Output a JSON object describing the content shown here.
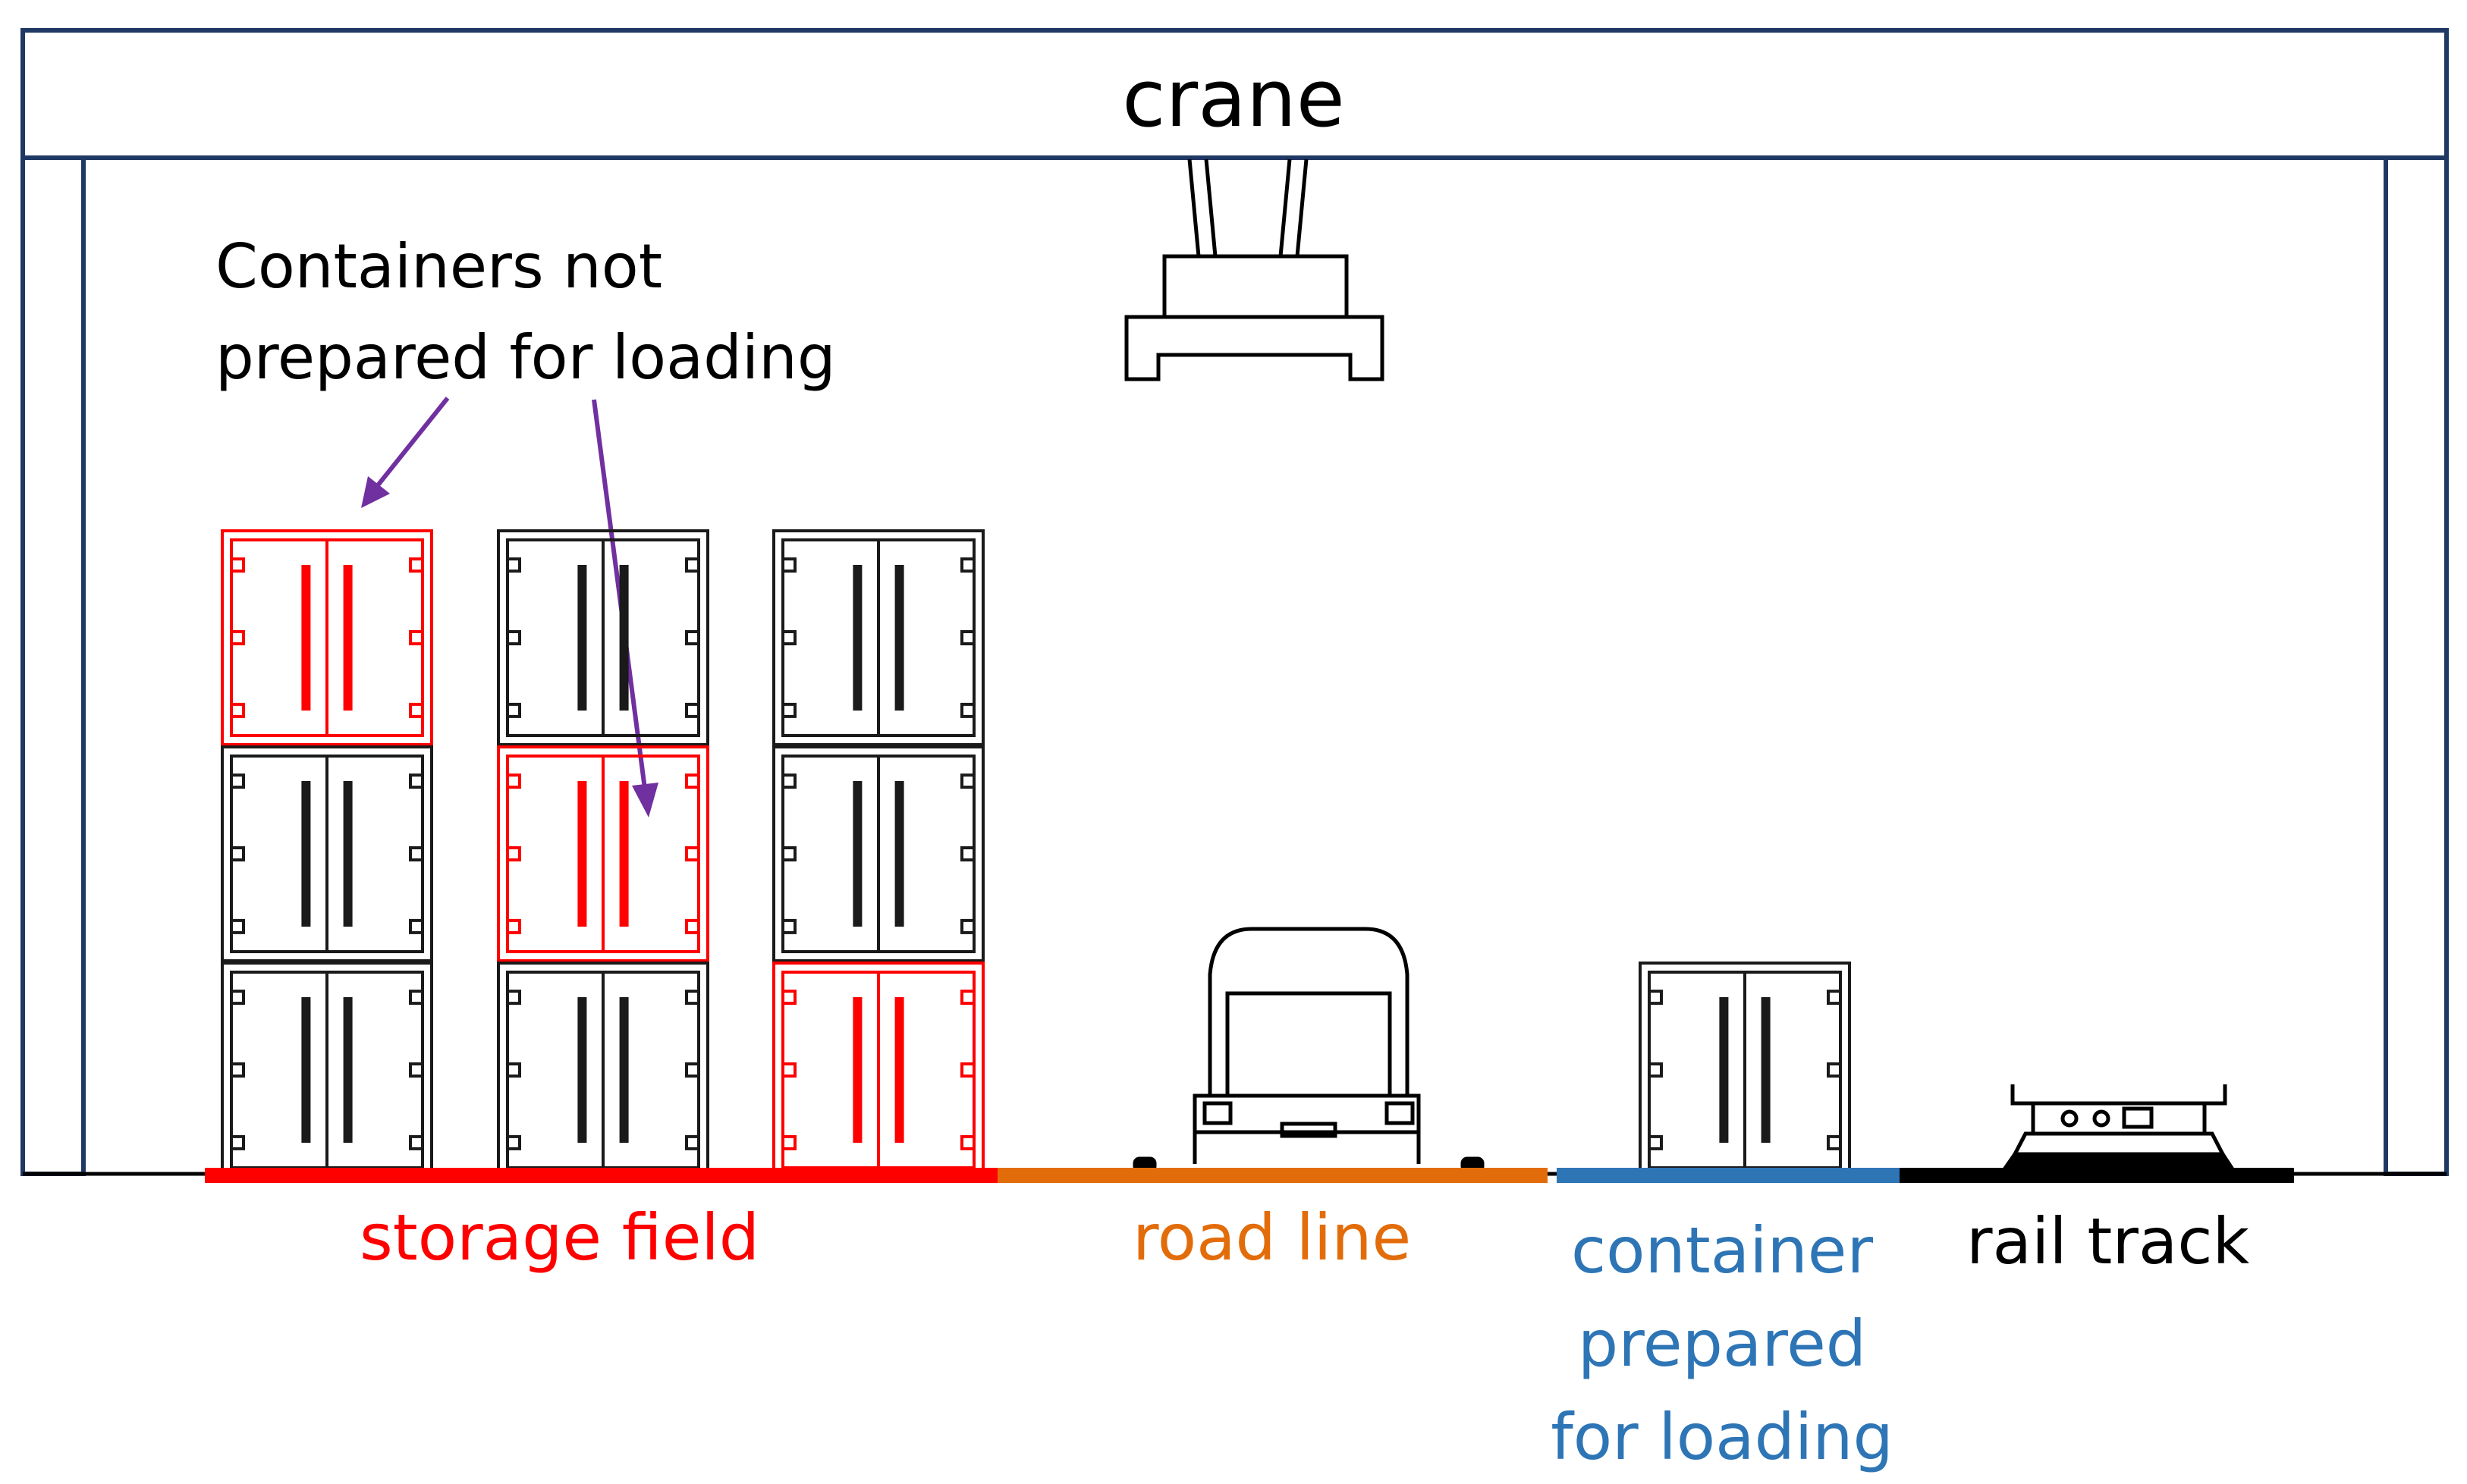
{
  "crane": {
    "label": "crane"
  },
  "annotation": {
    "line1": "Containers not",
    "line2": "prepared for loading",
    "arrow_color": "#7030a0"
  },
  "zones": {
    "storage": {
      "label": "storage field",
      "color": "#ff0000"
    },
    "road": {
      "label": "road line",
      "color": "#e36c0a"
    },
    "prepared": {
      "line1": "container",
      "line2": "prepared",
      "line3": "for loading",
      "color": "#2e75b6"
    },
    "rail": {
      "label": "rail track",
      "color": "#000000"
    }
  },
  "containers": {
    "stack_1": [
      "not prepared",
      "regular",
      "regular"
    ],
    "stack_2": [
      "regular",
      "not prepared",
      "regular"
    ],
    "stack_3": [
      "regular",
      "regular",
      "not prepared"
    ],
    "prepared": [
      "prepared"
    ]
  },
  "colors": {
    "frame": "#1f3864",
    "not_prepared": "#ff0000",
    "regular": "#1a1a1a"
  },
  "icons": [
    "crane-spreader-icon",
    "truck-icon",
    "rail-wagon-icon",
    "container-icon"
  ]
}
